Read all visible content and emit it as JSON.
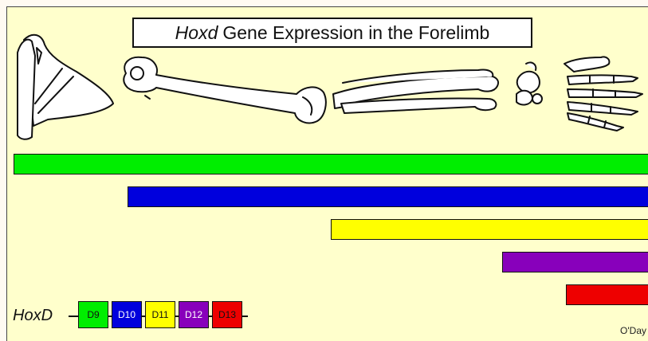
{
  "title": {
    "gene": "Hoxd",
    "rest": "Gene Expression in the Forelimb"
  },
  "bones": [
    "scapula",
    "humerus",
    "radius-ulna",
    "carpals",
    "hand"
  ],
  "expression_domains": [
    {
      "gene": "D9",
      "color": "#00ee00",
      "start_fraction": 0.0
    },
    {
      "gene": "D10",
      "color": "#0000dd",
      "start_fraction": 0.18
    },
    {
      "gene": "D11",
      "color": "#ffff00",
      "start_fraction": 0.5
    },
    {
      "gene": "D12",
      "color": "#8800bb",
      "start_fraction": 0.77
    },
    {
      "gene": "D13",
      "color": "#ee0000",
      "start_fraction": 0.87
    }
  ],
  "legend": {
    "label": "HoxD",
    "genes": [
      {
        "label": "D9",
        "color": "#00ee00"
      },
      {
        "label": "D10",
        "color": "#0000dd"
      },
      {
        "label": "D11",
        "color": "#ffff00"
      },
      {
        "label": "D12",
        "color": "#8800bb"
      },
      {
        "label": "D13",
        "color": "#ee0000"
      }
    ]
  },
  "credit": "O'Day"
}
